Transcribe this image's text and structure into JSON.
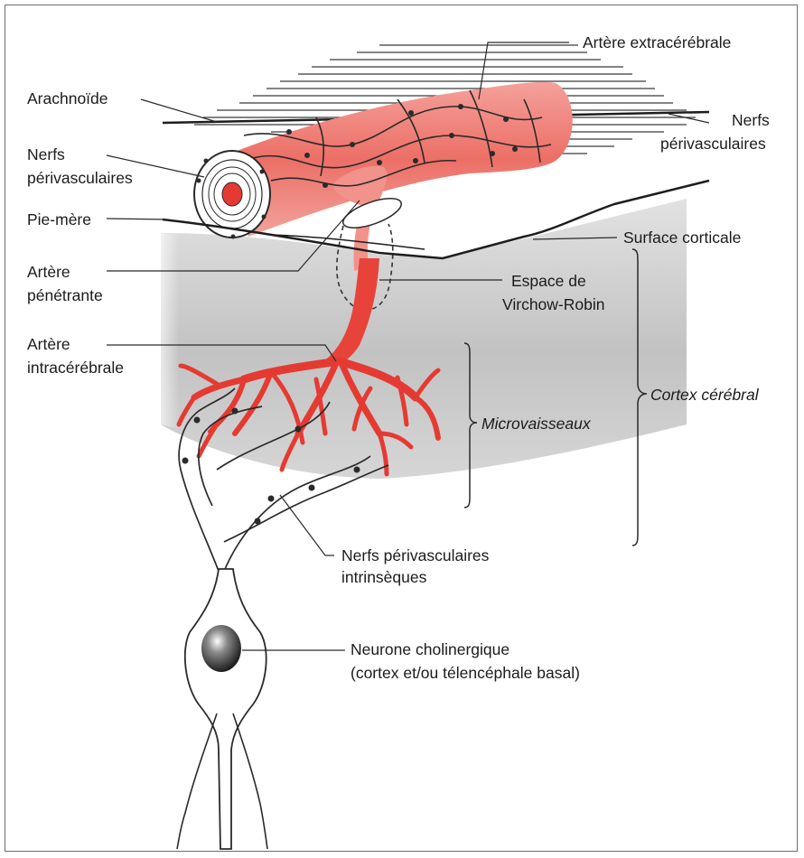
{
  "labels": {
    "artere_extracerebrale": "Artère extracérébrale",
    "arachnoide": "Arachnoïde",
    "nerfs_perivasculaires_right_1": "Nerfs",
    "nerfs_perivasculaires_right_2": "périvasculaires",
    "nerfs_perivasculaires_left_1": "Nerfs",
    "nerfs_perivasculaires_left_2": "périvasculaires",
    "pie_mere": "Pie-mère",
    "surface_corticale": "Surface corticale",
    "artere_penetrante_1": "Artère",
    "artere_penetrante_2": "pénétrante",
    "espace_vr_1": "Espace de",
    "espace_vr_2": "Virchow-Robin",
    "artere_intracerebrale_1": "Artère",
    "artere_intracerebrale_2": "intracérébrale",
    "cortex_cerebral": "Cortex cérébral",
    "microvaisseaux": "Microvaisseaux",
    "nerfs_intrinseques_1": "Nerfs périvasculaires",
    "nerfs_intrinseques_2": "intrinsèques",
    "neurone_1": "Neurone cholinergique",
    "neurone_2": "(cortex et/ou télencéphale basal)"
  },
  "colors": {
    "artery_red": "#e53a32",
    "artery_pink": "#f3a5a0",
    "line": "#2a2a2a",
    "cortex_gray": "#c9c9c9"
  }
}
